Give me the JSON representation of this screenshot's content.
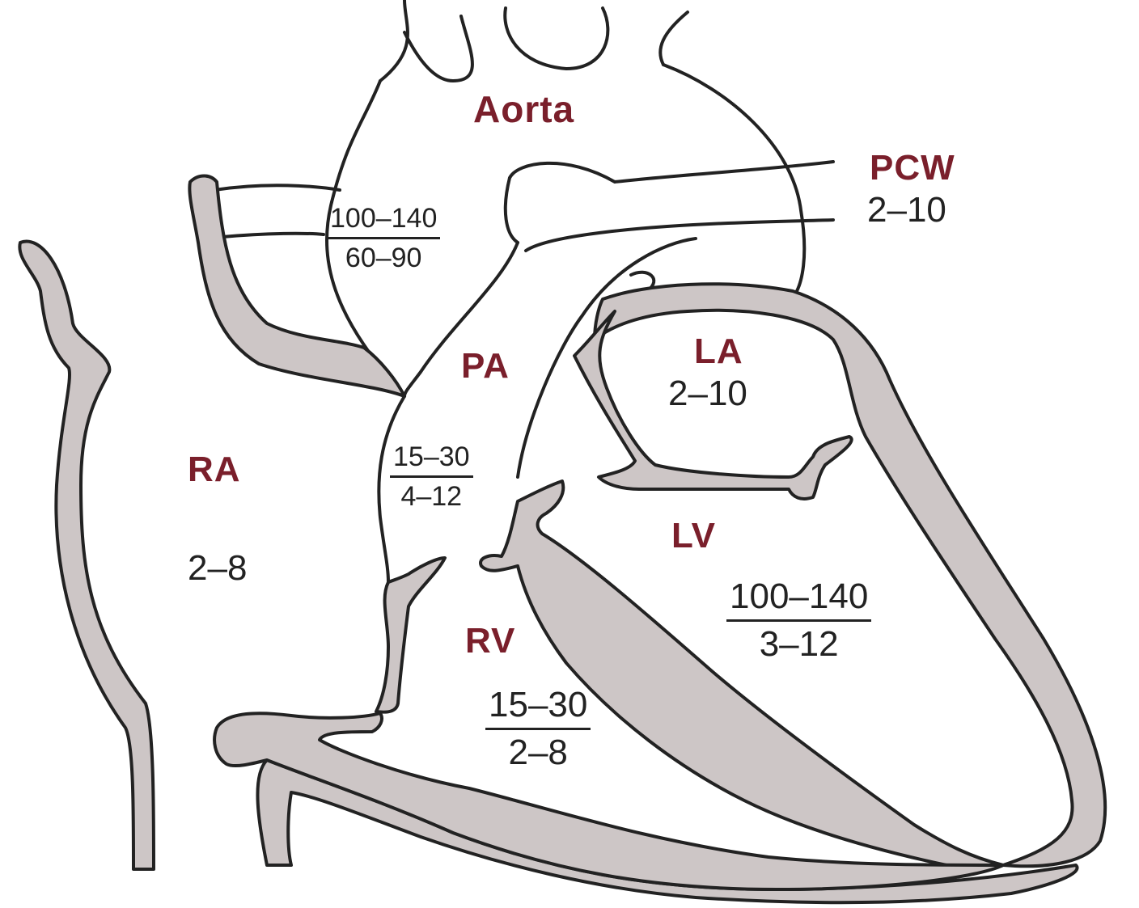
{
  "labels": {
    "aorta": "Aorta",
    "pcw": "PCW",
    "pa": "PA",
    "la": "LA",
    "ra": "RA",
    "lv": "LV",
    "rv": "RV"
  },
  "values": {
    "pcw": "2–10",
    "la": "2–10",
    "ra": "2–8",
    "aorta": {
      "systolic": "100–140",
      "diastolic": "60–90"
    },
    "pa": {
      "systolic": "15–30",
      "diastolic": "4–12"
    },
    "lv": {
      "systolic": "100–140",
      "diastolic": "3–12"
    },
    "rv": {
      "systolic": "15–30",
      "diastolic": "2–8"
    }
  },
  "colors": {
    "label": "#7a1f2b",
    "wall_fill": "#cdc6c6",
    "outline": "#222222"
  }
}
